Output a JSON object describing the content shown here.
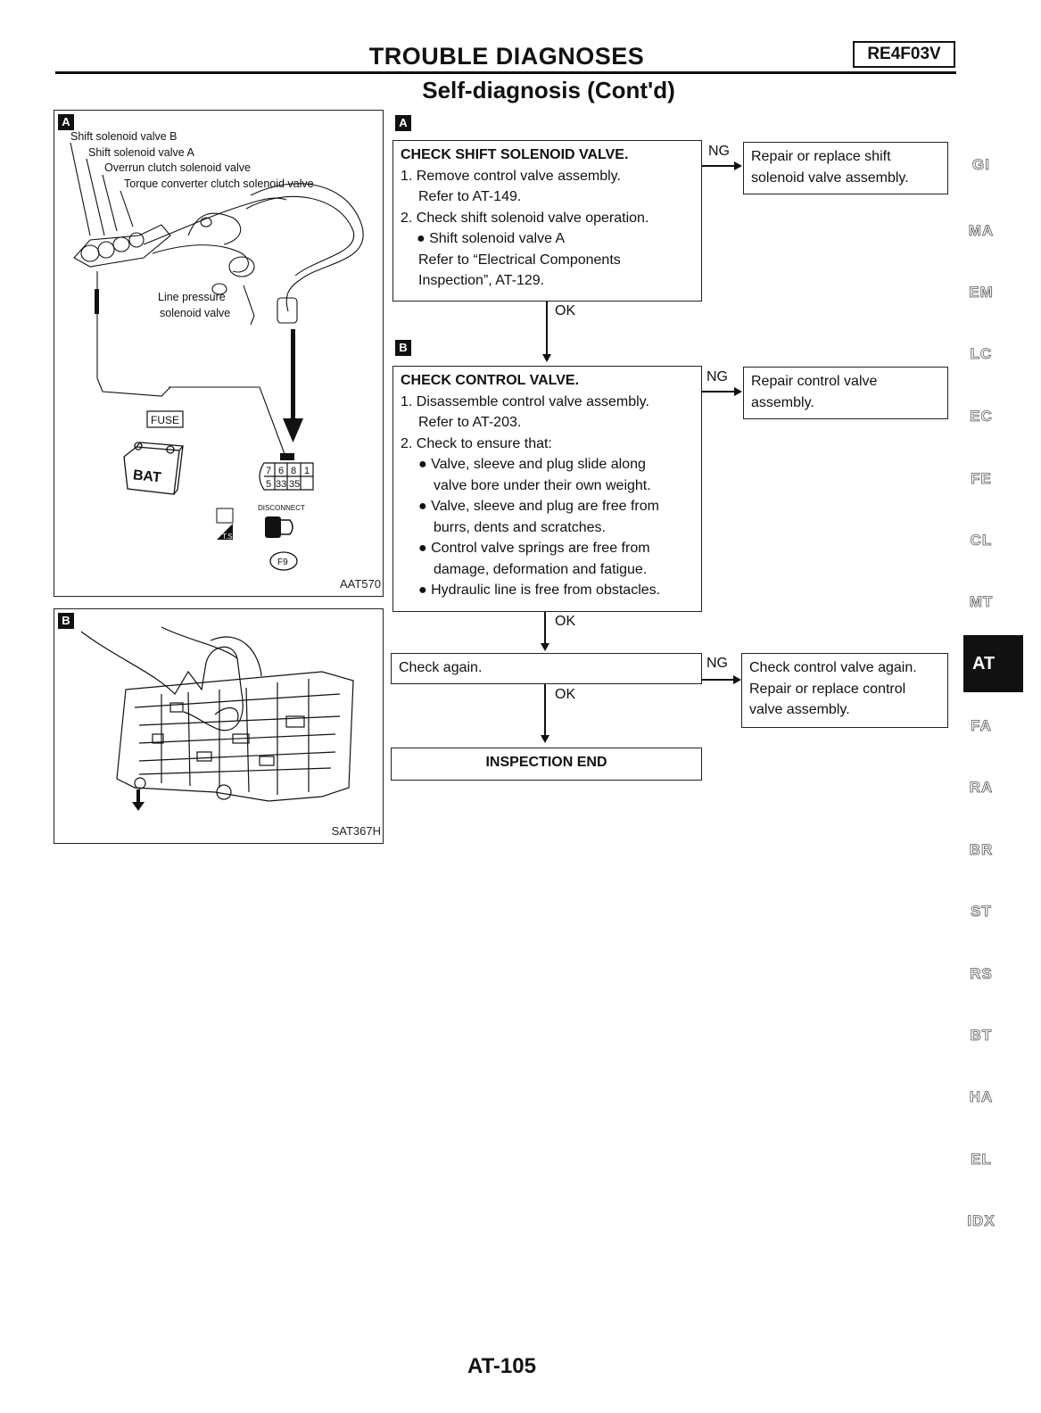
{
  "header": {
    "title": "TROUBLE DIAGNOSES",
    "model": "RE4F03V",
    "subtitle": "Self-diagnosis (Cont'd)"
  },
  "figure_a": {
    "badge": "A",
    "labels": [
      "Shift solenoid valve B",
      "Shift solenoid valve A",
      "Overrun clutch solenoid valve",
      "Torque converter clutch solenoid valve"
    ],
    "line_pressure_1": "Line pressure",
    "line_pressure_2": "solenoid valve",
    "fuse": "FUSE",
    "bat": "BAT",
    "connector_top": [
      "7",
      "6",
      "8",
      "1"
    ],
    "connector_bottom": [
      "5",
      "33",
      "35"
    ],
    "disconnect": "DISCONNECT",
    "ts": "T.S.",
    "f9": "F9",
    "code": "AAT570"
  },
  "figure_b": {
    "badge": "B",
    "code": "SAT367H"
  },
  "flow": {
    "step_a_badge": "A",
    "step_a": {
      "title": "CHECK SHIFT SOLENOID VALVE.",
      "lines": [
        "1. Remove control valve assembly.",
        "Refer to AT-149.",
        "2. Check shift solenoid valve operation.",
        "● Shift solenoid valve A",
        "Refer to “Electrical Components",
        "Inspection”, AT-129."
      ]
    },
    "step_a_ng": "NG",
    "step_a_ng_lines": [
      "Repair or replace shift",
      "solenoid valve assembly."
    ],
    "step_a_ok": "OK",
    "step_b_badge": "B",
    "step_b": {
      "title": "CHECK CONTROL VALVE.",
      "lines": [
        "1. Disassemble control valve assembly.",
        "Refer to AT-203.",
        "2. Check to ensure that:",
        "● Valve, sleeve and plug slide along",
        "valve bore under their own weight.",
        "● Valve, sleeve and plug are free from",
        "burrs, dents and scratches.",
        "● Control valve springs are free from",
        "damage, deformation and fatigue.",
        "● Hydraulic line is free from obstacles."
      ]
    },
    "step_b_ng": "NG",
    "step_b_ng_lines": [
      "Repair control valve",
      "assembly."
    ],
    "step_b_ok": "OK",
    "step_c": "Check again.",
    "step_c_ng": "NG",
    "step_c_ng_lines": [
      "Check control valve again.",
      "Repair or replace control",
      "valve assembly."
    ],
    "step_c_ok": "OK",
    "end": "INSPECTION END"
  },
  "side_nav": [
    "GI",
    "MA",
    "EM",
    "LC",
    "EC",
    "FE",
    "CL",
    "MT",
    "AT",
    "FA",
    "RA",
    "BR",
    "ST",
    "RS",
    "BT",
    "HA",
    "EL",
    "IDX"
  ],
  "side_nav_active": "AT",
  "footer": {
    "page": "AT-105"
  }
}
